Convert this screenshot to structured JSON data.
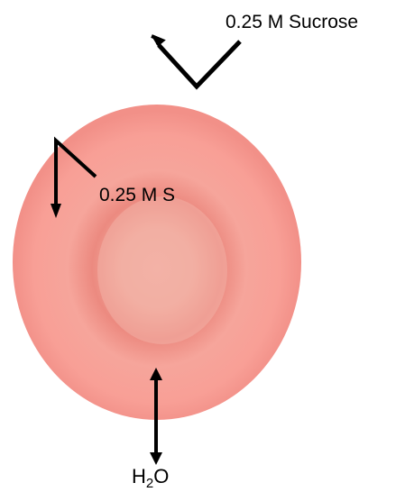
{
  "labels": {
    "outer_solution": "0.25 M Sucrose",
    "inner_solution": "0.25 M S",
    "water_base": "H",
    "water_subscript": "2",
    "water_tail": "O"
  },
  "colors": {
    "cell_rim": "#f08c84",
    "cell_mid": "#f8a49a",
    "cell_center": "#f3b0a4",
    "cell_ring_dark": "#e97d76",
    "cell_edge": "#f49a92",
    "arrow": "#000000",
    "background": "#ffffff"
  },
  "icons": {
    "outer_arrow": "bent-arrow-up-left-icon",
    "inner_arrow": "bent-arrow-down-icon",
    "water_arrow": "double-headed-vertical-arrow-icon"
  }
}
